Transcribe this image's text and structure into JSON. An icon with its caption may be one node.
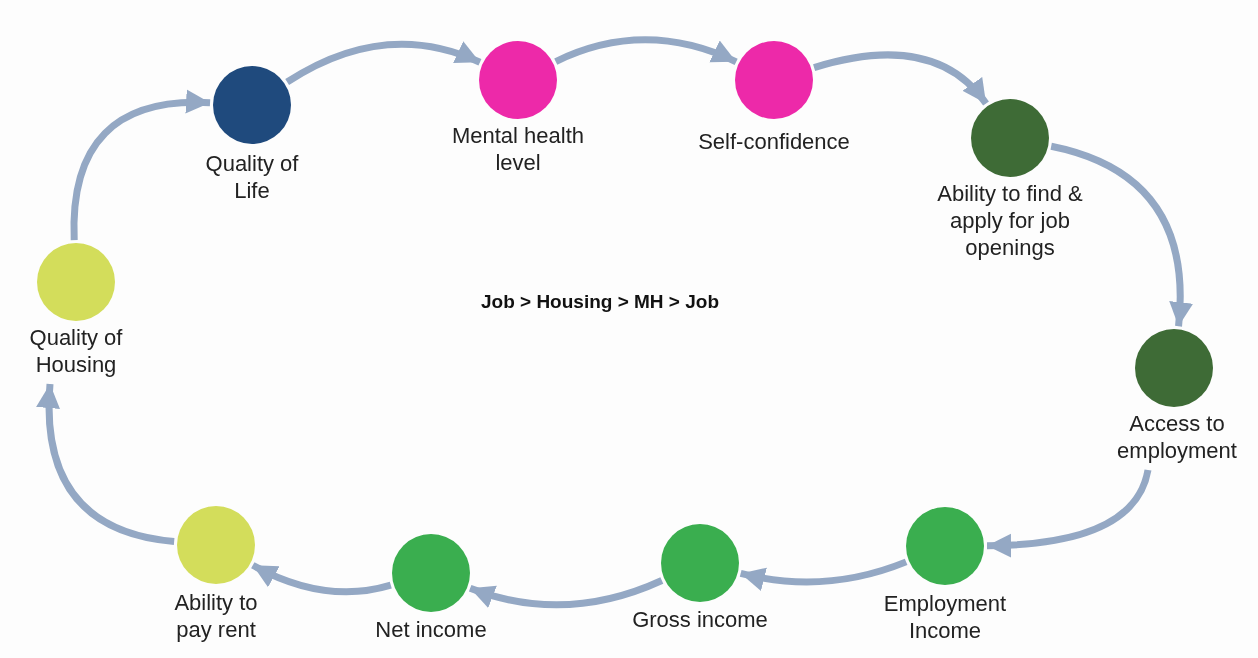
{
  "diagram": {
    "nodes": [
      {
        "text": [
          "Quality of Life"
        ]
      },
      {
        "text": [
          "Mental health level"
        ]
      },
      {
        "text": [
          "Self-confidence"
        ]
      },
      {
        "text": [
          "Ability to find & apply for job openings"
        ]
      },
      {
        "text": [
          "Access to employment"
        ]
      },
      {
        "text": [
          "Employment Income"
        ]
      },
      {
        "text": [
          "Gross income"
        ]
      },
      {
        "text": [
          "Net income"
        ]
      },
      {
        "text": [
          "Ability to pay rent"
        ]
      },
      {
        "text": [
          "Quality of Housing"
        ]
      }
    ],
    "edges": [
      {
        "from": 0,
        "to": 1,
        "arrow": "to"
      },
      {
        "from": 1,
        "to": 2,
        "arrow": "to"
      },
      {
        "from": 2,
        "to": 3,
        "arrow": "to"
      },
      {
        "from": 3,
        "to": 4,
        "arrow": "to"
      },
      {
        "from": 4,
        "to": 5,
        "arrow": "to"
      },
      {
        "from": 5,
        "to": 6,
        "arrow": "to"
      },
      {
        "from": 6,
        "to": 7,
        "arrow": "to"
      },
      {
        "from": 7,
        "to": 8,
        "arrow": "to"
      },
      {
        "from": 8,
        "to": 9,
        "arrow": "to"
      },
      {
        "from": 9,
        "to": 0,
        "arrow": "to"
      }
    ],
    "labels": [
      "Job > Housing > MH > Job"
    ]
  }
}
